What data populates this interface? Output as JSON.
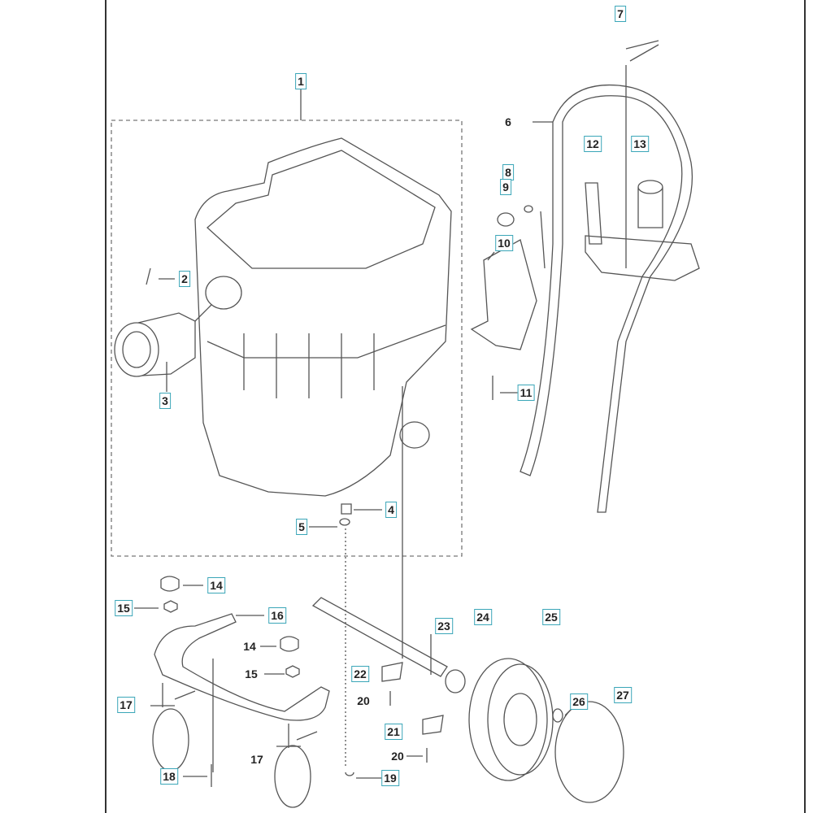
{
  "diagram": {
    "labels": [
      {
        "id": "1",
        "boxed": true
      },
      {
        "id": "2",
        "boxed": true
      },
      {
        "id": "3",
        "boxed": true
      },
      {
        "id": "4",
        "boxed": true
      },
      {
        "id": "5",
        "boxed": true
      },
      {
        "id": "6",
        "boxed": false
      },
      {
        "id": "7",
        "boxed": true
      },
      {
        "id": "8",
        "boxed": true
      },
      {
        "id": "9",
        "boxed": true
      },
      {
        "id": "10",
        "boxed": true
      },
      {
        "id": "11",
        "boxed": true
      },
      {
        "id": "12",
        "boxed": true
      },
      {
        "id": "13",
        "boxed": true
      },
      {
        "id": "14",
        "boxed": true
      },
      {
        "id": "15",
        "boxed": true
      },
      {
        "id": "16",
        "boxed": true
      },
      {
        "id": "14",
        "boxed": false
      },
      {
        "id": "15",
        "boxed": false
      },
      {
        "id": "17",
        "boxed": true
      },
      {
        "id": "17",
        "boxed": false
      },
      {
        "id": "18",
        "boxed": true
      },
      {
        "id": "19",
        "boxed": true
      },
      {
        "id": "20",
        "boxed": false
      },
      {
        "id": "20",
        "boxed": false
      },
      {
        "id": "21",
        "boxed": true
      },
      {
        "id": "22",
        "boxed": true
      },
      {
        "id": "23",
        "boxed": true
      },
      {
        "id": "24",
        "boxed": true
      },
      {
        "id": "25",
        "boxed": true
      },
      {
        "id": "26",
        "boxed": true
      },
      {
        "id": "27",
        "boxed": true
      }
    ],
    "colors": {
      "label_border": "#3aa6b8",
      "line": "#444444"
    }
  }
}
